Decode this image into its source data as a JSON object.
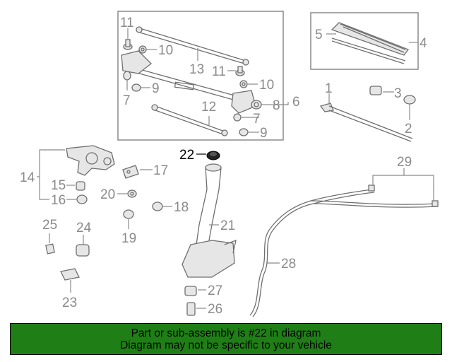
{
  "callouts": {
    "p1": "1",
    "p2": "2",
    "p3": "3",
    "p4": "4",
    "p5": "5",
    "p6": "6",
    "p7a": "7",
    "p7b": "7",
    "p8": "8",
    "p9a": "9",
    "p9b": "9",
    "p10a": "10",
    "p10b": "10",
    "p11a": "11",
    "p11b": "11",
    "p12": "12",
    "p13": "13",
    "p14": "14",
    "p15": "15",
    "p16": "16",
    "p17": "17",
    "p18": "18",
    "p19": "19",
    "p20": "20",
    "p21": "21",
    "p22": "22",
    "p23": "23",
    "p24": "24",
    "p25": "25",
    "p26": "26",
    "p27": "27",
    "p28": "28",
    "p29": "29"
  },
  "highlight_part": "22",
  "colors": {
    "banner": "#1f7f16",
    "highlight": "#000000",
    "line": "#8a8a8a"
  },
  "banner": {
    "line1": "Part or sub-assembly is #22 in diagram",
    "line2": "Diagram may not be specific to your vehicle"
  }
}
